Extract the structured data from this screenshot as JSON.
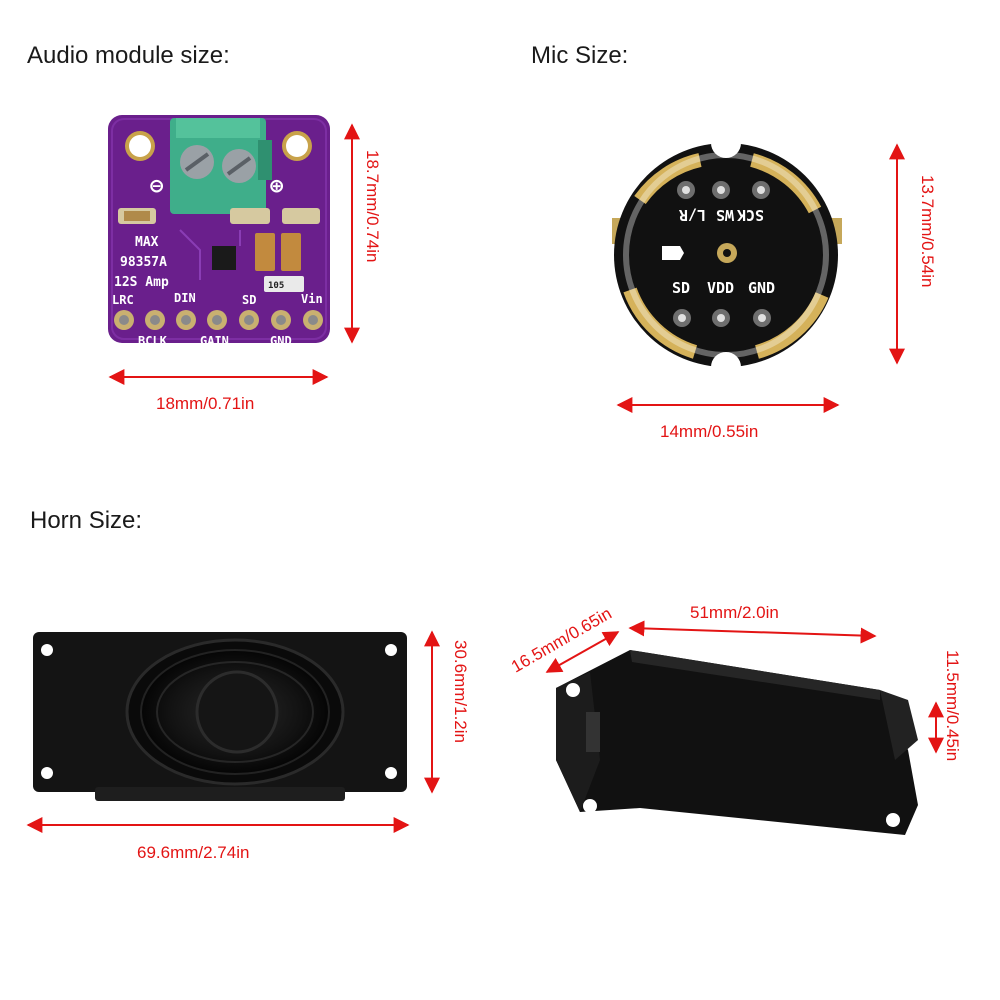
{
  "sections": {
    "audio": {
      "title": "Audio module size:",
      "width_label": "18mm/0.71in",
      "height_label": "18.7mm/0.74in"
    },
    "mic": {
      "title": "Mic Size:",
      "width_label": "14mm/0.55in",
      "height_label": "13.7mm/0.54in"
    },
    "horn": {
      "title": "Horn Size:",
      "front_width_label": "69.6mm/2.74in",
      "front_height_label": "30.6mm/1.2in",
      "side_length_label": "51mm/2.0in",
      "side_depth_label": "16.5mm/0.65in",
      "side_height_label": "11.5mm/0.45in"
    }
  },
  "amp_board": {
    "chip_label_line1": "MAX",
    "chip_label_line2": "98357A",
    "chip_label_line3": "12S Amp",
    "pin_labels_top": [
      "LRC",
      "DIN",
      "SD",
      "Vin"
    ],
    "pin_labels_bottom": [
      "BCLK",
      "GAIN",
      "GND"
    ],
    "minus_symbol": "⊖",
    "plus_symbol": "⊕",
    "resistor_code": "105",
    "board_color": "#6a1f8c",
    "terminal_color": "#3fae8a"
  },
  "mic_board": {
    "top_labels": [
      "SCK",
      "WS",
      "L/R"
    ],
    "bottom_labels": [
      "SD",
      "VDD",
      "GND"
    ]
  },
  "colors": {
    "dimension": "#e31414",
    "title": "#1a1a1a"
  }
}
